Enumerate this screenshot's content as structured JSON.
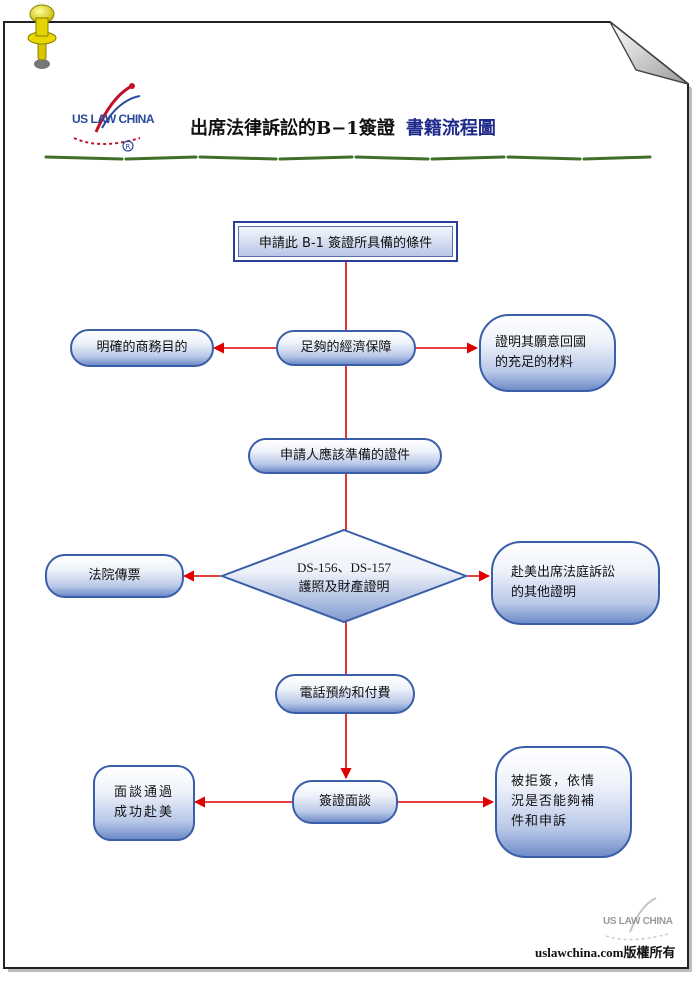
{
  "header": {
    "logo_text": "US LAW CHINA",
    "title_main": "出席法律訴訟的B−1簽證",
    "title_accent": "書籍流程圖"
  },
  "flow": {
    "start": "申請此 B-1 簽證所具備的條件",
    "financial": "足夠的經濟保障",
    "purpose": "明確的商務目的",
    "return_proof": "證明其願意回國\n的充足的材料",
    "documents": "申請人應該準備的證件",
    "decision_line1": "DS-156、DS-157",
    "decision_line2": "護照及財產證明",
    "subpoena": "法院傳票",
    "other_proof": "赴美出席法庭訴訟\n的其他證明",
    "appointment": "電話預約和付費",
    "interview": "簽證面談",
    "success": "面談通過\n成功赴美",
    "refused": "被拒簽，依情\n況是否能夠補\n件和申訴"
  },
  "footer": {
    "watermark_logo": "US LAW CHINA",
    "copyright": "uslawchina.com版權所有"
  },
  "colors": {
    "arrow": "#e00000",
    "node_border": "#3a5ea8",
    "title_accent": "#1e2a8a"
  }
}
